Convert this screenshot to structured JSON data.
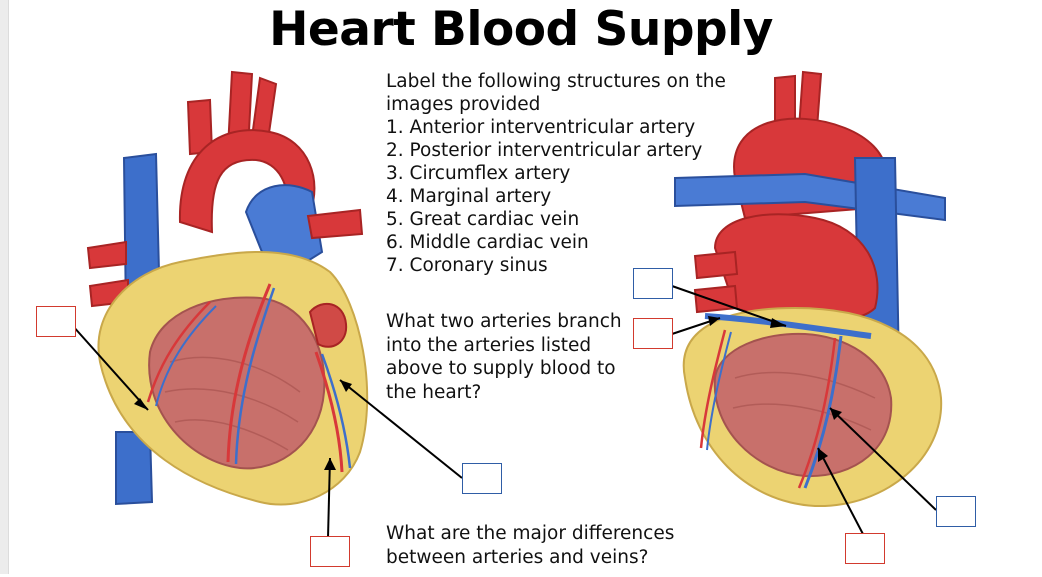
{
  "title": "Heart Blood Supply",
  "instructions": {
    "intro": "Label the following structures on the images provided",
    "items": [
      "1. Anterior interventricular artery",
      "2. Posterior interventricular artery",
      "3. Circumflex artery",
      "4. Marginal artery",
      "5. Great cardiac vein",
      "6. Middle cardiac vein",
      "7. Coronary sinus"
    ]
  },
  "questions": {
    "q1": "What two arteries branch into the arteries listed above to supply blood to the heart?",
    "q2": "What are the major differences between arteries and veins?"
  },
  "colors": {
    "artery_box": "#d23a2e",
    "vein_box": "#2f5da6",
    "artery": "#d8383a",
    "vein": "#3d6fcb",
    "fat": "#ecd372",
    "muscle": "#c8706b"
  },
  "images": {
    "left": "anterior-heart-illustration",
    "right": "posterior-heart-illustration"
  }
}
